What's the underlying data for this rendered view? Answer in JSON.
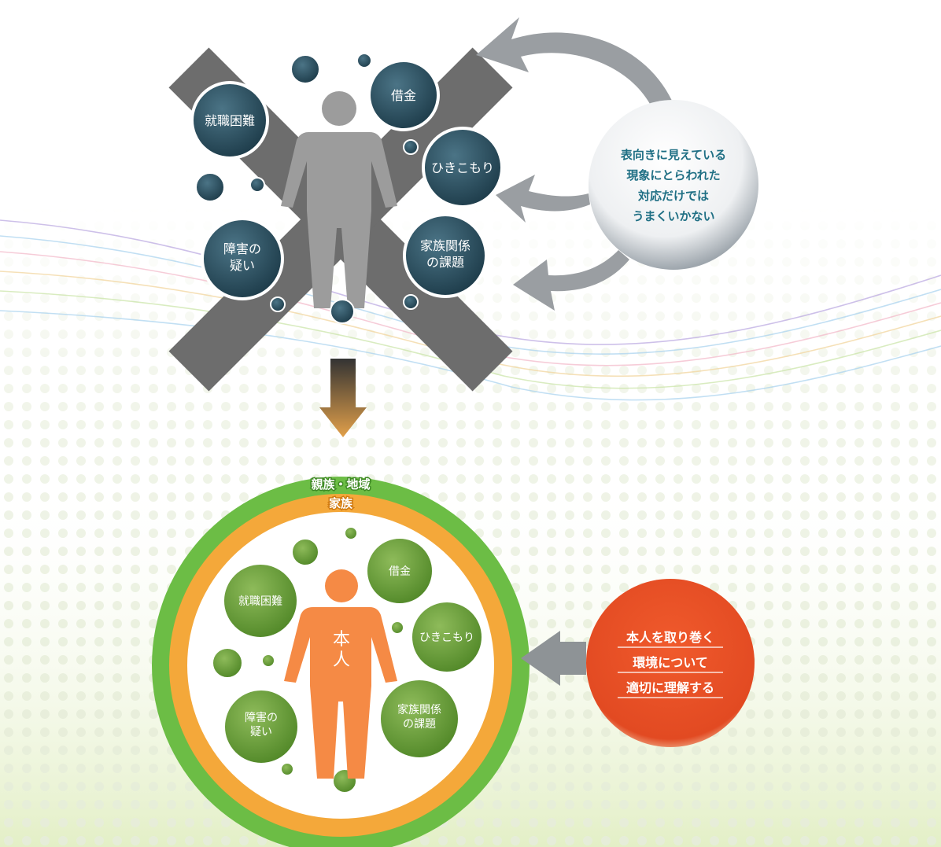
{
  "top": {
    "problems": [
      "就職困難",
      "借金",
      "ひきこもり",
      "障害の\n疑い",
      "家族関係\nの課題"
    ],
    "callout": [
      "表向きに見えている",
      "現象にとらわれた",
      "対応だけでは",
      "うまくいかない"
    ]
  },
  "bottom": {
    "outer_ring_label": "親族・地域",
    "inner_ring_label": "家族",
    "person_label": [
      "本",
      "人"
    ],
    "problems": [
      "就職困難",
      "借金",
      "ひきこもり",
      "障害の\n疑い",
      "家族関係\nの課題"
    ],
    "callout": [
      "本人を取り巻く",
      "環境について",
      "適切に理解する"
    ]
  },
  "colors": {
    "dark_bubble": "#2f5566",
    "green_bubble": "#6c9e3a",
    "outer_ring": "#6cbd45",
    "inner_ring": "#f4a83a",
    "person_orange": "#f58a45",
    "callout_red": "#e8532a",
    "x_gray": "#6d6d6d"
  }
}
